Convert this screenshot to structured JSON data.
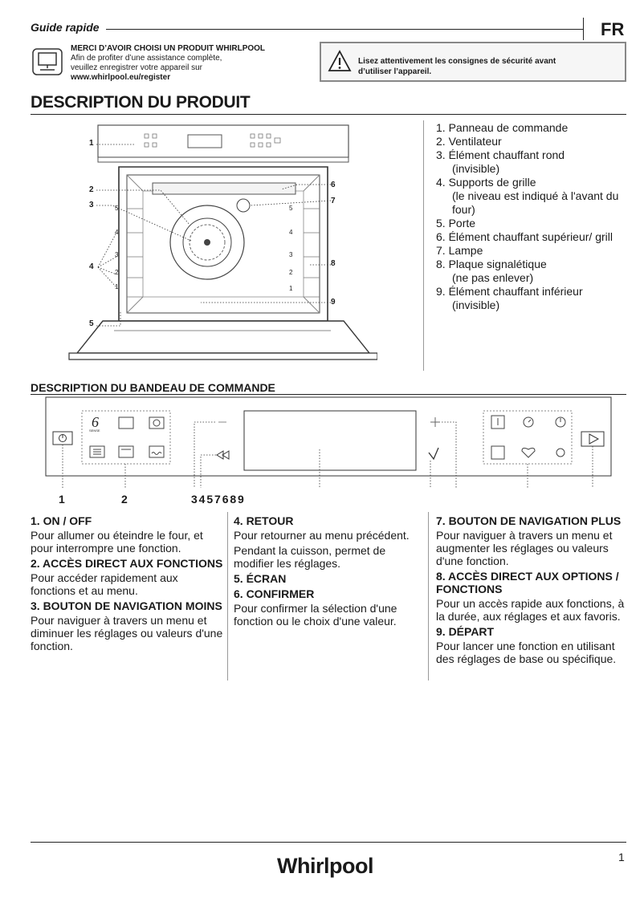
{
  "header": {
    "guide": "Guide rapide",
    "lang": "FR",
    "thanks_title": "MERCI D’AVOIR CHOISI UN PRODUIT WHIRLPOOL",
    "thanks_line1": "Afin de profiter d’une assistance complète,",
    "thanks_line2": "veuillez enregistrer votre appareil sur",
    "thanks_url": "www.whirlpool.eu/register",
    "warning_line1": "Lisez attentivement les consignes de sécurité avant",
    "warning_line2": "d’utiliser l’appareil.",
    "monitor_icon": "monitor-icon",
    "warning_icon": "warning-triangle-icon"
  },
  "product": {
    "title": "DESCRIPTION DU PRODUIT",
    "items": [
      {
        "label": "1. Panneau de commande",
        "note": ""
      },
      {
        "label": "2. Ventilateur",
        "note": ""
      },
      {
        "label": "3. Élément chauffant rond",
        "note": "(invisible)"
      },
      {
        "label": "4. Supports de grille",
        "note": "(le niveau est indiqué à l'avant du four)"
      },
      {
        "label": "5. Porte",
        "note": ""
      },
      {
        "label": "6. Élément chauffant supérieur/ grill",
        "note": ""
      },
      {
        "label": "7. Lampe",
        "note": ""
      },
      {
        "label": "8. Plaque signalétique",
        "note": "(ne pas enlever)"
      },
      {
        "label": "9. Élément chauffant inférieur",
        "note": "(invisible)"
      }
    ],
    "callouts_left": [
      "1",
      "2",
      "3",
      "4",
      "5"
    ],
    "callouts_right": [
      "6",
      "7",
      "8",
      "9"
    ],
    "shelf_levels": [
      "5",
      "4",
      "3",
      "2",
      "1"
    ]
  },
  "panel": {
    "title": "DESCRIPTION DU BANDEAU DE COMMANDE",
    "numbers": [
      "1",
      "2",
      "3 4 5 7 6 8 9"
    ],
    "six_sense_small": "SENSE"
  },
  "descriptions": {
    "col1": [
      {
        "title": "1. ON / OFF",
        "text": "Pour allumer ou éteindre le four, et pour interrompre une fonction."
      },
      {
        "title": "2. ACCÈS DIRECT AUX FONCTIONS",
        "text": "Pour accéder rapidement aux fonctions et au menu."
      },
      {
        "title": "3. BOUTON DE NAVIGATION MOINS",
        "text": "Pour naviguer à travers un menu et diminuer les réglages ou valeurs d'une fonction."
      }
    ],
    "col2": [
      {
        "title": "4. RETOUR",
        "text": "Pour retourner au menu précédent."
      },
      {
        "title": "",
        "text": "Pendant la cuisson, permet de modifier les réglages."
      },
      {
        "title": "5. ÉCRAN",
        "text": ""
      },
      {
        "title": "6. CONFIRMER",
        "text": "Pour confirmer la sélection d'une fonction ou le choix d'une valeur."
      }
    ],
    "col3": [
      {
        "title": "7. BOUTON DE NAVIGATION PLUS",
        "text": "Pour naviguer à travers un menu et augmenter les réglages ou valeurs d'une fonction."
      },
      {
        "title": "8. ACCÈS DIRECT AUX OPTIONS / FONCTIONS",
        "text": "Pour un accès rapide aux fonctions, à la durée, aux réglages et aux favoris."
      },
      {
        "title": "9. DÉPART",
        "text": "Pour lancer une fonction en utilisant des réglages de base ou spécifique."
      }
    ]
  },
  "footer": {
    "brand": "Whirlpool",
    "page": "1"
  }
}
